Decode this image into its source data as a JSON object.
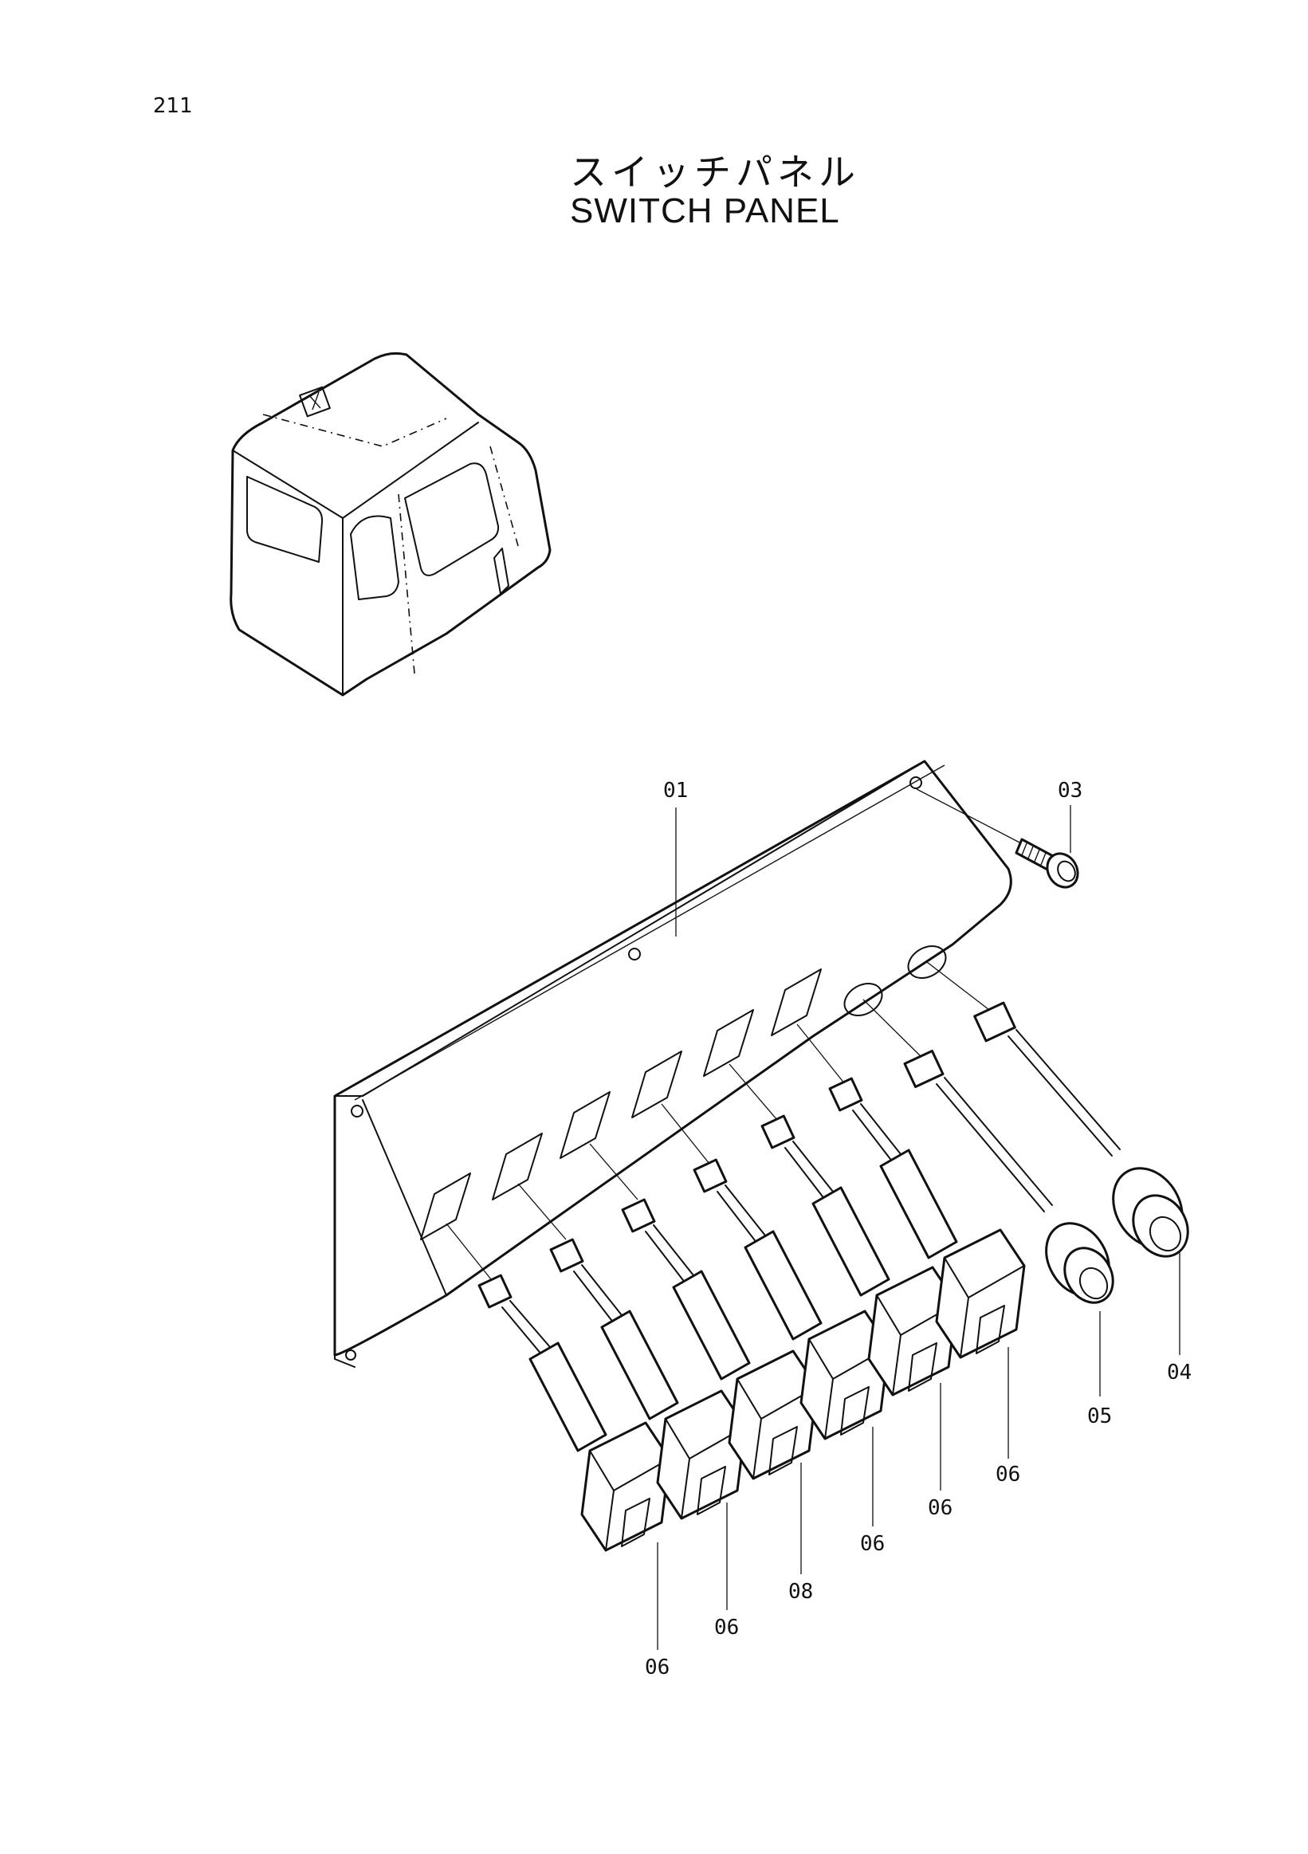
{
  "page_number": "211",
  "title_jp": "スイッチパネル",
  "title_en": "SWITCH PANEL",
  "callouts": {
    "c01": "01",
    "c03": "03",
    "c04": "04",
    "c05": "05",
    "c06a": "06",
    "c06b": "06",
    "c06c": "06",
    "c06d": "06",
    "c06e": "06",
    "c08": "08"
  }
}
